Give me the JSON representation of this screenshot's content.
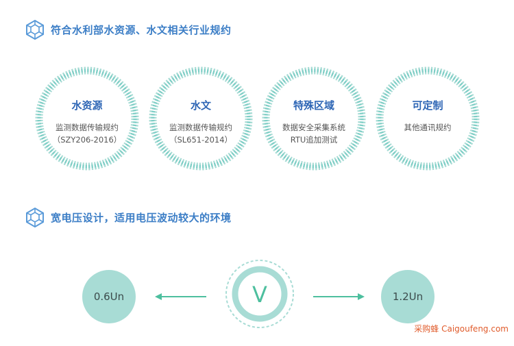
{
  "section1": {
    "title": "符合水利部水资源、水文相关行业规约"
  },
  "protocols": [
    {
      "title": "水资源",
      "line1": "监测数据传输规约",
      "line2": "（SZY206-2016）"
    },
    {
      "title": "水文",
      "line1": "监测数据传输规约",
      "line2": "（SL651-2014）"
    },
    {
      "title": "特殊区域",
      "line1": "数据安全采集系统",
      "line2": "RTU追加测试"
    },
    {
      "title": "可定制",
      "line1": "其他通讯规约",
      "line2": ""
    }
  ],
  "section2": {
    "title": "宽电压设计，适用电压波动较大的环境"
  },
  "voltage": {
    "low": "0.6Un",
    "center": "V",
    "high": "1.2Un"
  },
  "watermark": "采购蜂 Caigoufeng.com",
  "colors": {
    "accent_blue": "#3c7ec6",
    "title_blue": "#2e66b5",
    "ring_teal": "#6cc7bf",
    "ring_light": "#a8dcd5",
    "arrow_green": "#4dbf9e",
    "watermark_orange": "#e05a2a"
  },
  "icons": [
    "cube-icon",
    "arrow-left-icon",
    "arrow-right-icon"
  ]
}
